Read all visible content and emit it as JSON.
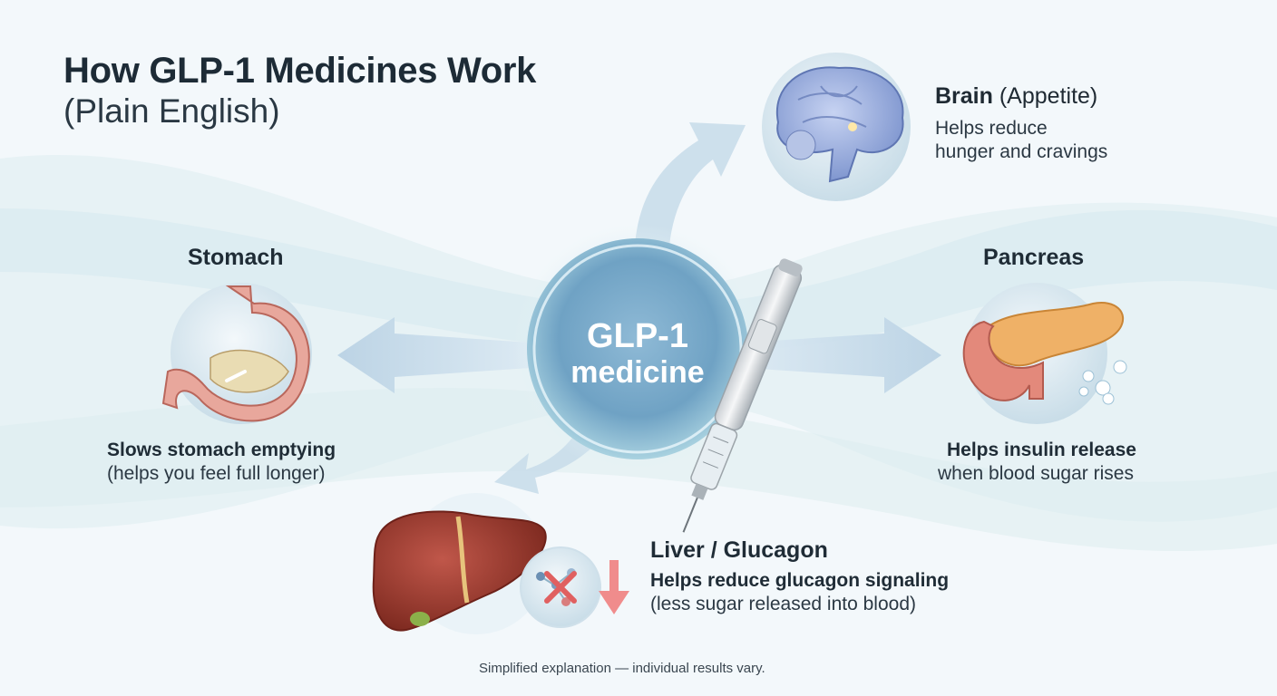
{
  "title": {
    "main": "How GLP-1 Medicines Work",
    "sub": "(Plain English)"
  },
  "center": {
    "line1": "GLP-1",
    "line2": "medicine"
  },
  "nodes": {
    "brain": {
      "heading": "Brain",
      "heading_extra": "(Appetite)",
      "line1": "Helps reduce",
      "line2": "hunger and cravings"
    },
    "stomach": {
      "heading": "Stomach",
      "line1": "Slows stomach emptying",
      "line2": "(helps you feel full longer)"
    },
    "pancreas": {
      "heading": "Pancreas",
      "line1": "Helps insulin release",
      "line2": "when blood sugar rises"
    },
    "liver": {
      "heading": "Liver / Glucagon",
      "line1": "Helps reduce glucagon signaling",
      "line2": "(less sugar released into blood)"
    }
  },
  "footnote": "Simplified explanation — individual results vary.",
  "colors": {
    "center_circle": "#6fa6c8",
    "arrow": "#b9d3e6",
    "liver": "#9b3a2c",
    "stomach": "#d98c82",
    "pancreas": "#e8a45a",
    "brain": "#8aa4d8"
  },
  "icons": [
    "brain-icon",
    "stomach-icon",
    "pancreas-icon",
    "liver-icon",
    "glucagon-blocked-icon",
    "down-arrow-icon",
    "injection-pen-icon"
  ]
}
